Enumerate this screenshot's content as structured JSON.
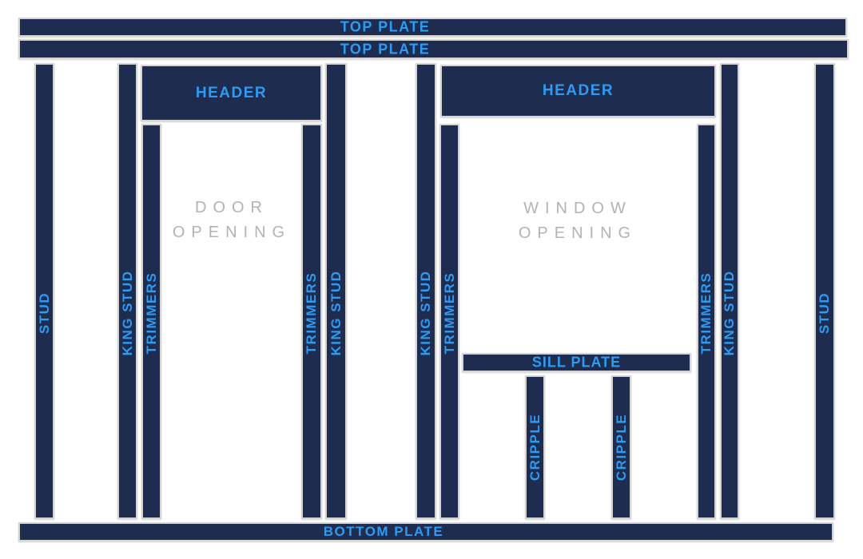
{
  "diagram": {
    "type": "wall-framing-diagram",
    "colors": {
      "background": "#ffffff",
      "member_fill": "#1e2c4f",
      "member_border": "#d4d4d4",
      "label_blue": "#2e9bf3",
      "opening_gray": "#b3b3b3"
    },
    "labels": {
      "top_plate_1": "TOP PLATE",
      "top_plate_2": "TOP PLATE",
      "bottom_plate": "BOTTOM PLATE",
      "stud_left": "STUD",
      "stud_right": "STUD",
      "king_stud_door_left": "KING STUD",
      "king_stud_door_right": "KING STUD",
      "king_stud_window_left": "KING STUD",
      "king_stud_window_right": "KING STUD",
      "trimmer_door_left": "TRIMMERS",
      "trimmer_door_right": "TRIMMERS",
      "trimmer_window_left": "TRIMMERS",
      "trimmer_window_right": "TRIMMERS",
      "door_header": "HEADER",
      "window_header": "HEADER",
      "sill_plate": "SILL PLATE",
      "cripple_left": "CRIPPLE",
      "cripple_right": "CRIPPLE",
      "door_opening_line1": "DOOR",
      "door_opening_line2": "OPENING",
      "window_opening_line1": "WINDOW",
      "window_opening_line2": "OPENING"
    }
  }
}
